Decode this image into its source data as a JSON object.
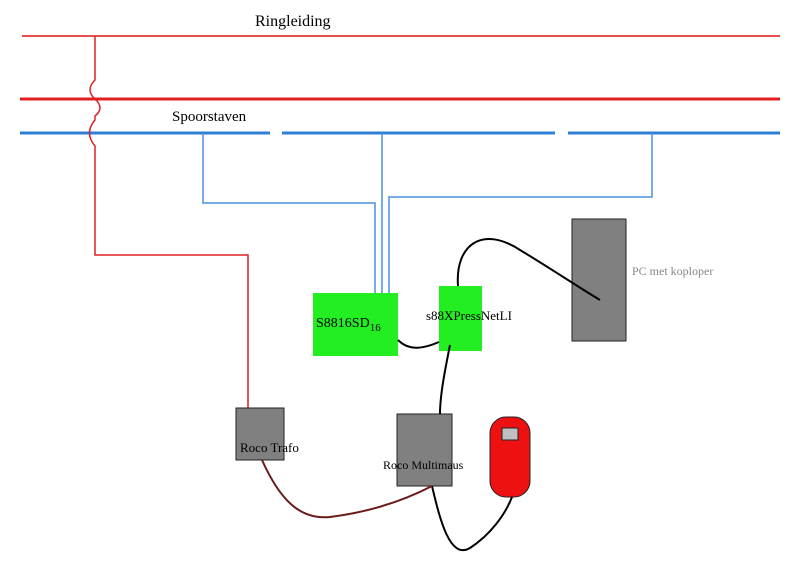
{
  "labels": {
    "ringleiding": "Ringleiding",
    "spoorstaven": "Spoorstaven",
    "s8816_main": "S8816SD",
    "s8816_sub": "16",
    "xpressnet": "s88XPressNetLI",
    "pc": "PC met koploper",
    "roco_trafo": "Roco Trafo",
    "roco_multimaus": "Roco Multimaus"
  },
  "colors": {
    "ring_wire": "#e02020",
    "ring_wire_thin": "#e85050",
    "rail_wire": "#2f7fd6",
    "rail_feed": "#4a90e0",
    "module_fill": "#22ee22",
    "device_fill": "#808080",
    "handset_fill": "#ee1111",
    "data_cable": "#000000",
    "power_cable": "#6b1a1a",
    "pc_text": "#888888"
  }
}
